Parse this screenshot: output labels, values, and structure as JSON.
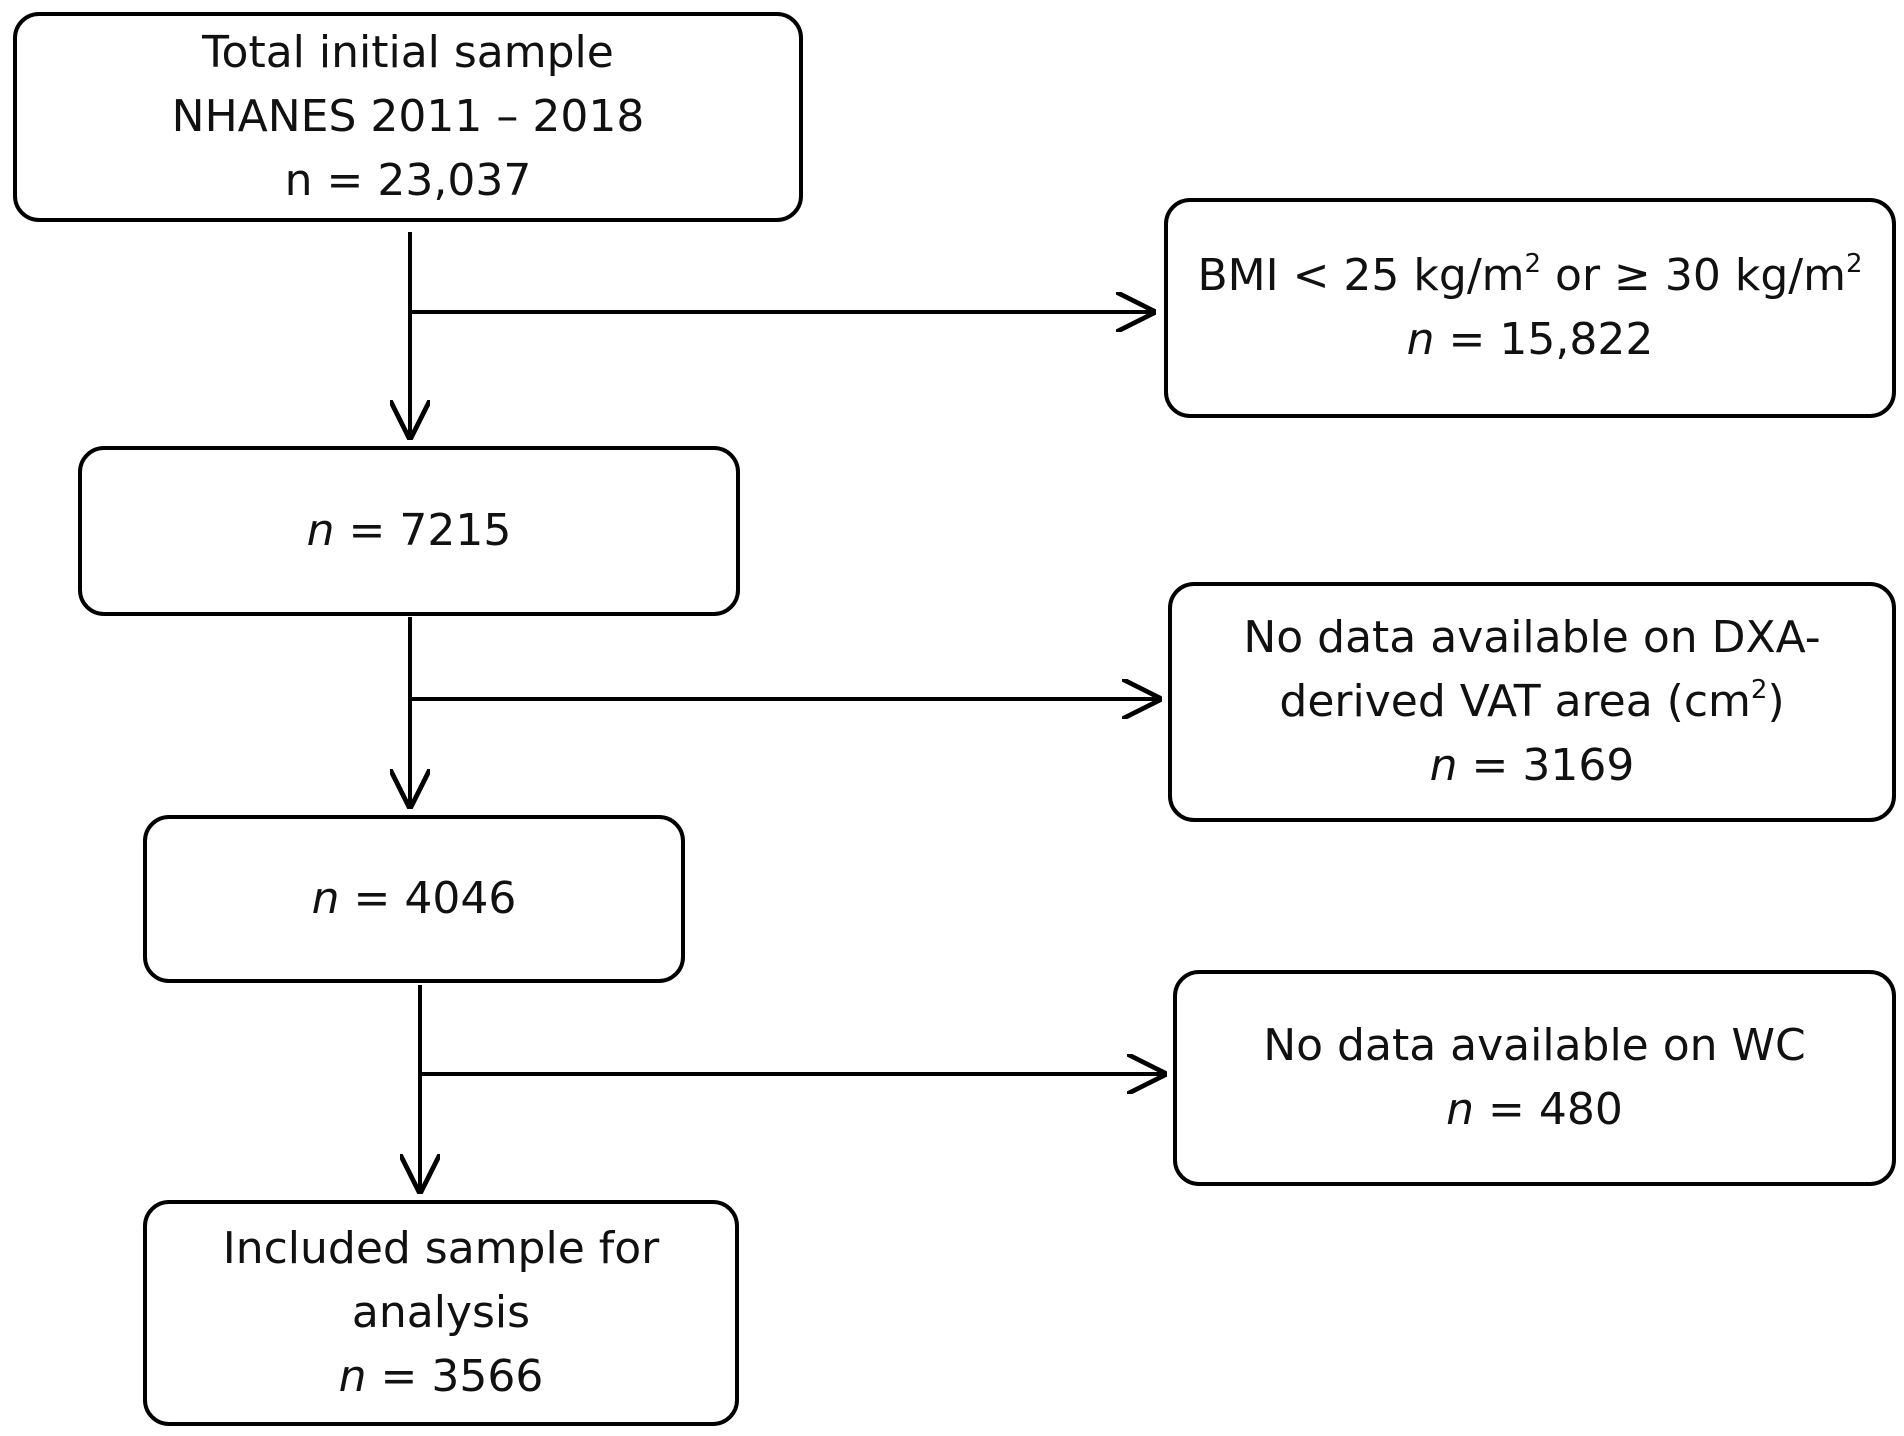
{
  "nodes": {
    "initial": {
      "line1": "Total initial sample",
      "line2": "NHANES 2011 – 2018",
      "count": "n = 23,037"
    },
    "bmi_excluded": {
      "text_before": "BMI < 25 kg/m",
      "sup1": "2",
      "text_mid": " or ≥ 30 kg/m",
      "sup2": "2",
      "count_prefix": "n",
      "count_value": " = 15,822"
    },
    "after_bmi": {
      "count_prefix": "n",
      "count_value": " = 7215"
    },
    "dxa_excluded": {
      "line1": "No data available on DXA-",
      "line2_before": "derived VAT area (cm",
      "line2_sup": "2",
      "line2_after": ")",
      "count_prefix": "n",
      "count_value": " = 3169"
    },
    "after_dxa": {
      "count_prefix": "n",
      "count_value": " = 4046"
    },
    "wc_excluded": {
      "line1": "No data available on WC",
      "count_prefix": "n",
      "count_value": " = 480"
    },
    "final": {
      "line1": "Included sample for",
      "line2": "analysis",
      "count_prefix": "n",
      "count_value": " = 3566"
    }
  },
  "colors": {
    "stroke": "#000000",
    "background": "#ffffff",
    "text": "#111111"
  }
}
